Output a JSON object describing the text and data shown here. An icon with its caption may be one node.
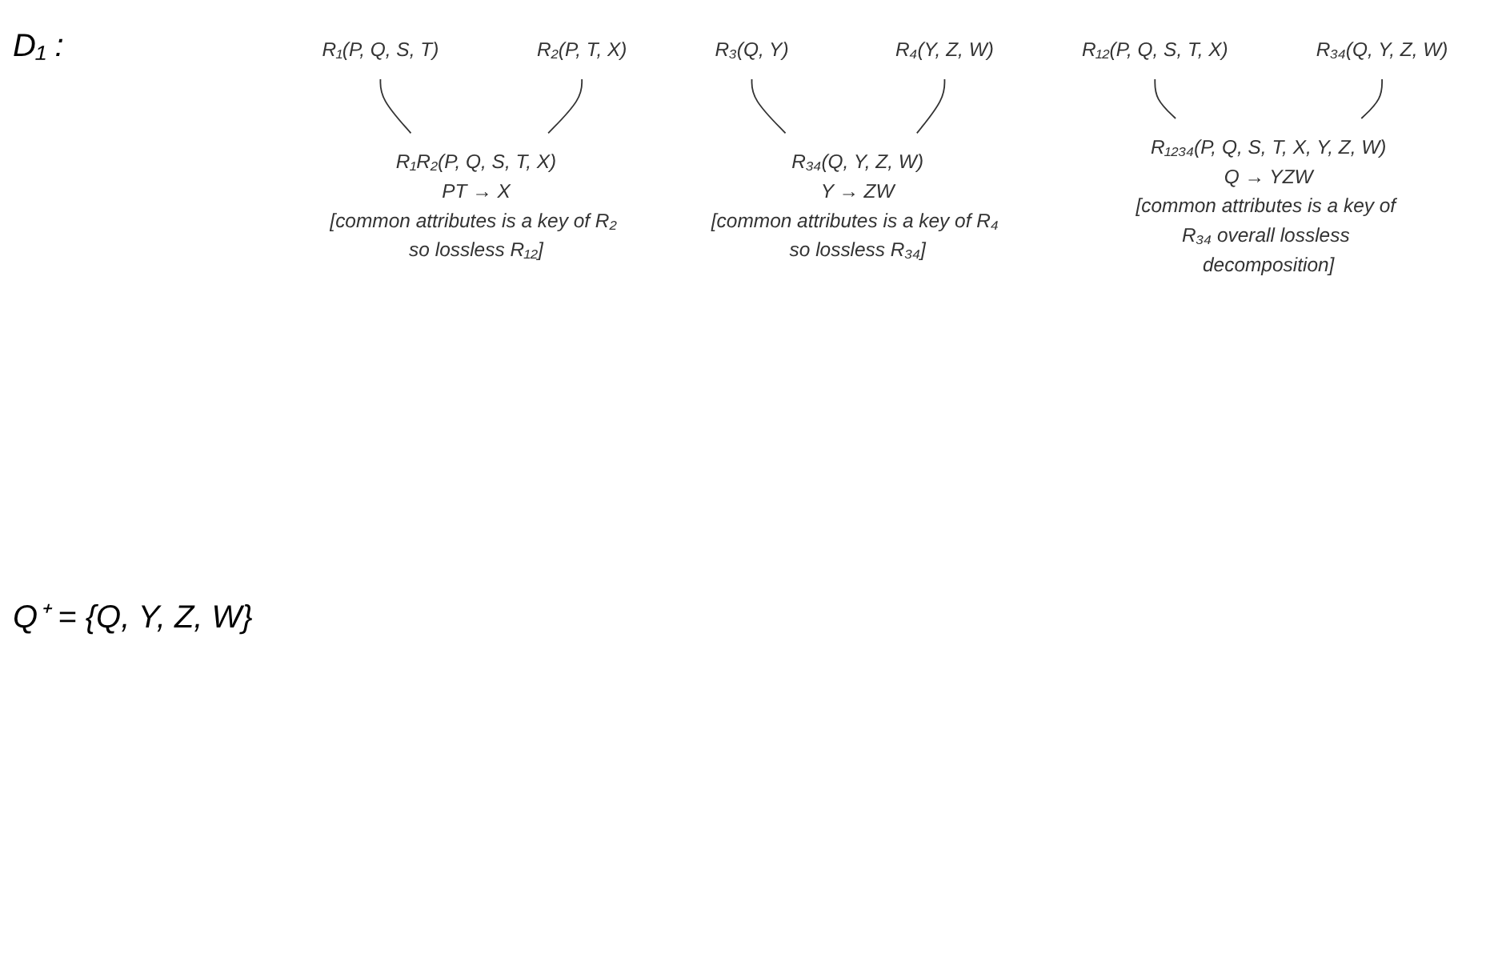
{
  "diagram": {
    "nodes": [
      {
        "text": [
          "R₁(P, Q, S, T)"
        ]
      },
      {
        "text": [
          "R₂(P, T, X)"
        ]
      },
      {
        "text": [
          "R₃(Q, Y)"
        ]
      },
      {
        "text": [
          "R₄(Y, Z, W)"
        ]
      },
      {
        "text": [
          "R₁R₂(P, Q, S, T, X)",
          "PT → X",
          "[common attributes is a key of R₂ so lossless R₁₂]"
        ]
      },
      {
        "text": [
          "R₃₄(Q, Y, Z, W)",
          "Y → ZW",
          "[common attributes is a key of R₄ so lossless R₃₄]"
        ]
      },
      {
        "text": [
          "R₁₂(P, Q, S, T, X)"
        ]
      },
      {
        "text": [
          "R₃₄(Q, Y, Z, W)"
        ]
      },
      {
        "text": [
          "R₁₂₃₄(P, Q, S, T, X, Y, Z, W)",
          "Q → YZW",
          "[common attributes is a key of R₃₄ overall lossless decomposition]"
        ]
      }
    ],
    "edges": [
      {
        "from": 0,
        "to": 4,
        "arrow": "none"
      },
      {
        "from": 1,
        "to": 4,
        "arrow": "none"
      },
      {
        "from": 2,
        "to": 5,
        "arrow": "none"
      },
      {
        "from": 3,
        "to": 5,
        "arrow": "none"
      },
      {
        "from": 6,
        "to": 8,
        "arrow": "none"
      },
      {
        "from": 7,
        "to": 8,
        "arrow": "none"
      }
    ],
    "labels": [
      "D₁ :",
      "Q⁺ = {Q, Y, Z, W}"
    ]
  }
}
